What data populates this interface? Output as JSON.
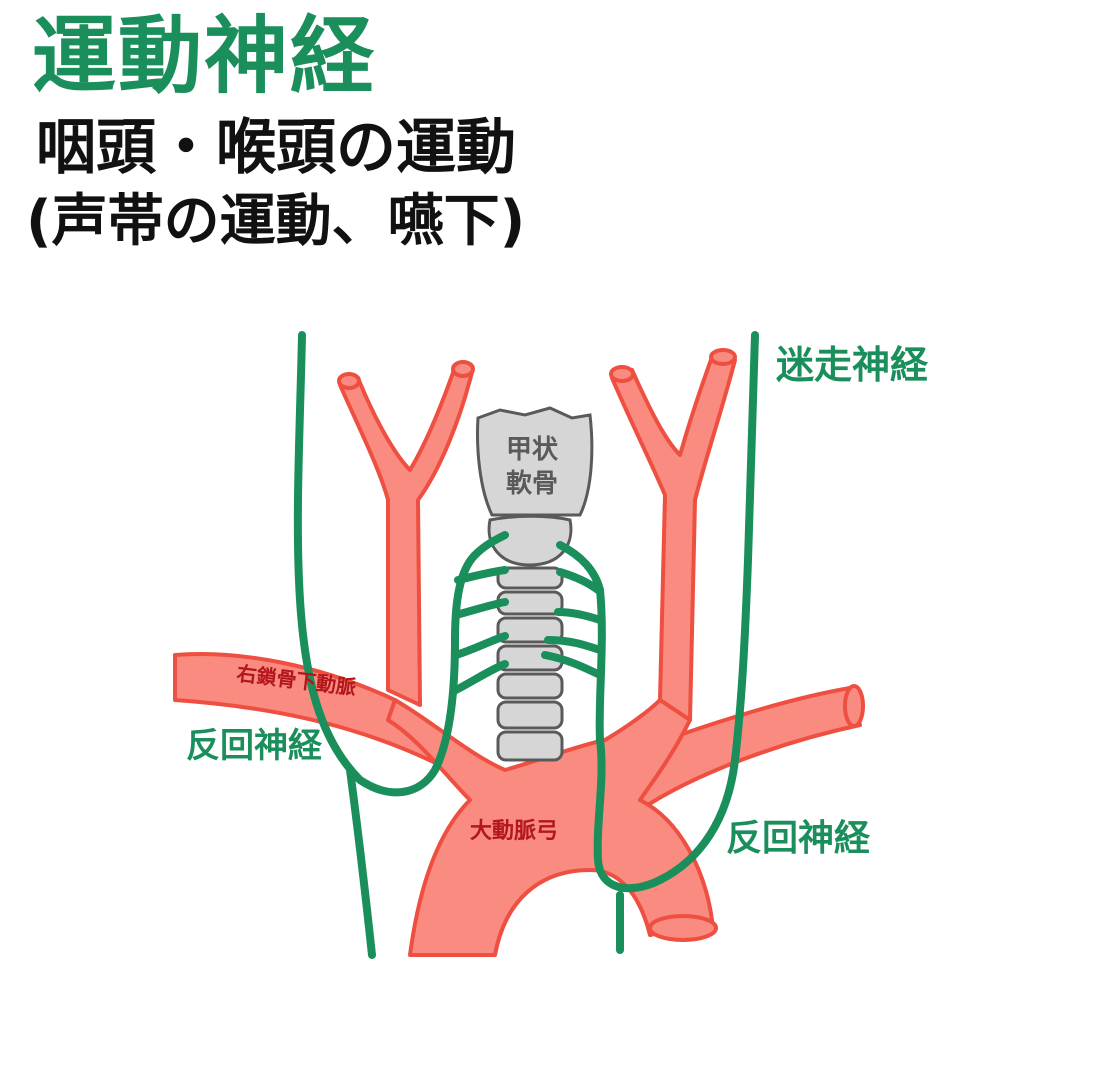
{
  "title": "運動神経",
  "subtitle_line1": "咽頭・喉頭の運動",
  "subtitle_line2": "(声帯の運動、嚥下)",
  "labels": {
    "vagus": "迷走神経",
    "thyroid_line1": "甲状",
    "thyroid_line2": "軟骨",
    "right_subclavian": "右鎖骨下動脈",
    "recurrent_left": "反回神経",
    "recurrent_right": "反回神経",
    "aortic_arch": "大動脈弓"
  },
  "colors": {
    "nerve": "#1a8f5c",
    "artery_fill": "#f98b80",
    "artery_stroke": "#ee4f40",
    "artery_text": "#b3161b",
    "cartilage_fill": "#d6d6d6",
    "cartilage_stroke": "#5a5a5a",
    "cartilage_text": "#5a5a5a"
  }
}
